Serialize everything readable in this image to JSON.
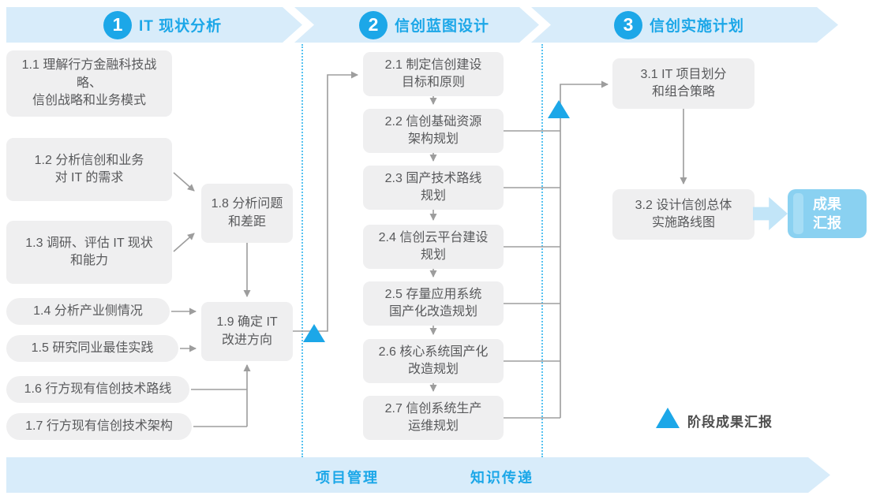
{
  "phases": [
    {
      "number": "1",
      "title": "IT 现状分析"
    },
    {
      "number": "2",
      "title": "信创蓝图设计"
    },
    {
      "number": "3",
      "title": "信创实施计划"
    }
  ],
  "boxes": {
    "b11": {
      "line1": "1.1 理解行方金融科技战略、",
      "line2": "信创战略和业务模式"
    },
    "b12": {
      "line1": "1.2 分析信创和业务",
      "line2": "对 IT 的需求"
    },
    "b13": {
      "line1": "1.3 调研、评估 IT 现状",
      "line2": "和能力"
    },
    "b14": {
      "line1": "1.4 分析产业侧情况"
    },
    "b15": {
      "line1": "1.5 研究同业最佳实践"
    },
    "b16": {
      "line1": "1.6 行方现有信创技术路线"
    },
    "b17": {
      "line1": "1.7 行方现有信创技术架构"
    },
    "b18": {
      "line1": "1.8 分析问题",
      "line2": "和差距"
    },
    "b19": {
      "line1": "1.9 确定 IT",
      "line2": "改进方向"
    },
    "b21": {
      "line1": "2.1 制定信创建设",
      "line2": "目标和原则"
    },
    "b22": {
      "line1": "2.2 信创基础资源",
      "line2": "架构规划"
    },
    "b23": {
      "line1": "2.3 国产技术路线",
      "line2": "规划"
    },
    "b24": {
      "line1": "2.4 信创云平台建设",
      "line2": "规划"
    },
    "b25": {
      "line1": "2.5 存量应用系统",
      "line2": "国产化改造规划"
    },
    "b26": {
      "line1": "2.6 核心系统国产化",
      "line2": "改造规划"
    },
    "b27": {
      "line1": "2.7 信创系统生产",
      "line2": "运维规划"
    },
    "b31": {
      "line1": "3.1 IT 项目划分",
      "line2": "和组合策略"
    },
    "b32": {
      "line1": "3.2 设计信创总体",
      "line2": "实施路线图"
    }
  },
  "result": {
    "line1": "成果",
    "line2": "汇报"
  },
  "footer": {
    "items": [
      "项目管理",
      "知识传递"
    ]
  },
  "legend": {
    "label": "阶段成果汇报"
  },
  "colors": {
    "accent_blue": "#1ca7e8",
    "ribbon_bg": "#d8ecfa",
    "box_bg": "#efeff0",
    "box_text": "#58595b",
    "wire_gray": "#9d9d9d",
    "result_blue": "#8ad1f1",
    "fat_arrow_blue": "#c2e5f8"
  }
}
